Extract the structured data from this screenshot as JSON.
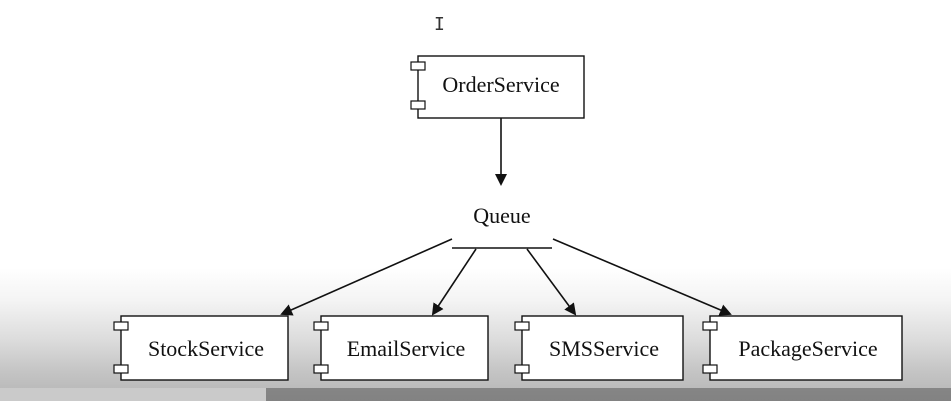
{
  "diagram": {
    "source": {
      "id": "order",
      "label": "OrderService"
    },
    "hub": {
      "id": "queue",
      "label": "Queue"
    },
    "targets": [
      {
        "id": "stock",
        "label": "StockService"
      },
      {
        "id": "email",
        "label": "EmailService"
      },
      {
        "id": "sms",
        "label": "SMSService"
      },
      {
        "id": "package",
        "label": "PackageService"
      }
    ],
    "edges": [
      {
        "from": "order",
        "to": "queue"
      },
      {
        "from": "queue",
        "to": "stock"
      },
      {
        "from": "queue",
        "to": "email"
      },
      {
        "from": "queue",
        "to": "sms"
      },
      {
        "from": "queue",
        "to": "package"
      }
    ]
  },
  "player": {
    "progress": 0.28
  },
  "cursor": {
    "icon": "text-cursor-icon",
    "glyph": "I"
  },
  "colors": {
    "stroke": "#111111",
    "box_fill": "#ffffff"
  }
}
